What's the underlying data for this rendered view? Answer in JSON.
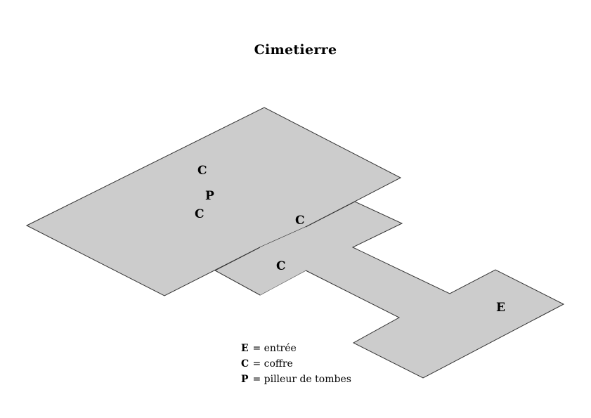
{
  "title": "Cimetierre",
  "colors": {
    "floor": "#cccccc",
    "outline": "#333333"
  },
  "markers": {
    "c1": "C",
    "c2": "C",
    "c3": "C",
    "c4": "C",
    "p": "P",
    "e": "E"
  },
  "legend": [
    {
      "symbol": "E",
      "text": "= entrée"
    },
    {
      "symbol": "C",
      "text": "= coffre"
    },
    {
      "symbol": "P",
      "text": "= pilleur de tombes"
    }
  ]
}
